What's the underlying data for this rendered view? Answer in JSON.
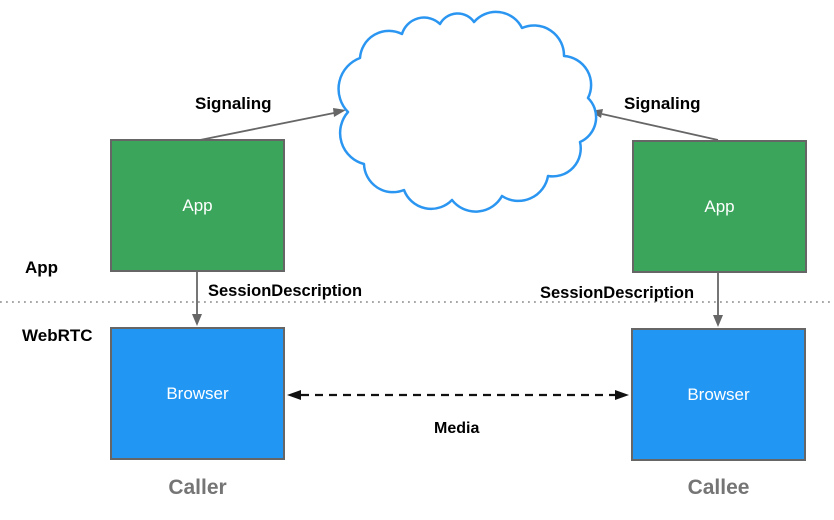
{
  "diagram": {
    "labels": {
      "signaling_left": "Signaling",
      "signaling_right": "Signaling",
      "session_description_left": "SessionDescription",
      "session_description_right": "SessionDescription",
      "media": "Media",
      "layer_app": "App",
      "layer_webrtc": "WebRTC",
      "caller": "Caller",
      "callee": "Callee"
    },
    "nodes": {
      "app_left": {
        "label": "App"
      },
      "app_right": {
        "label": "App"
      },
      "browser_left": {
        "label": "Browser"
      },
      "browser_right": {
        "label": "Browser"
      }
    },
    "icons": {
      "cloud": "cloud-icon"
    },
    "colors": {
      "app_box": "#3ba55c",
      "browser_box": "#2196f3",
      "cloud_stroke": "#2b96f1",
      "box_border": "#666666",
      "arrow": "#666666",
      "media_arrow": "#111111",
      "caller_callee_text": "#757575",
      "divider": "#8a8a8a"
    }
  }
}
